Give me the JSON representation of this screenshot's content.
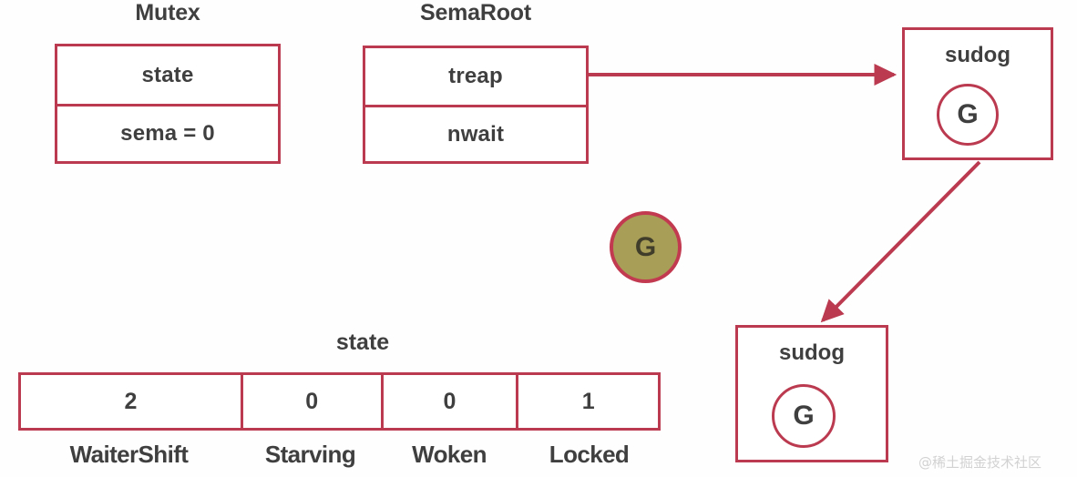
{
  "diagram": {
    "title": "Go Mutex / SemaRoot sudog wait queue diagram",
    "accent_color": "#bb3a4f",
    "text_color": "#3f3f3f",
    "goroutine_fill_color": "#a89e57",
    "background_color": "#fefefe"
  },
  "mutex": {
    "title": "Mutex",
    "fields": [
      {
        "label": "state"
      },
      {
        "label": "sema = 0"
      }
    ]
  },
  "semaroot": {
    "title": "SemaRoot",
    "fields": [
      {
        "label": "treap"
      },
      {
        "label": "nwait"
      }
    ]
  },
  "sudogs": [
    {
      "label": "sudog",
      "goroutine": "G"
    },
    {
      "label": "sudog",
      "goroutine": "G"
    }
  ],
  "running_goroutine": {
    "label": "G"
  },
  "state_field": {
    "title": "state",
    "cells": [
      {
        "value": "2",
        "label": "WaiterShift"
      },
      {
        "value": "0",
        "label": "Starving"
      },
      {
        "value": "0",
        "label": "Woken"
      },
      {
        "value": "1",
        "label": "Locked"
      }
    ]
  },
  "arrows": [
    {
      "name": "treap-to-sudog-1",
      "from": "SemaRoot.treap",
      "to": "sudog-1"
    },
    {
      "name": "sudog-1-to-sudog-2",
      "from": "sudog-1",
      "to": "sudog-2"
    }
  ],
  "watermark": {
    "text": "@稀土掘金技术社区"
  }
}
